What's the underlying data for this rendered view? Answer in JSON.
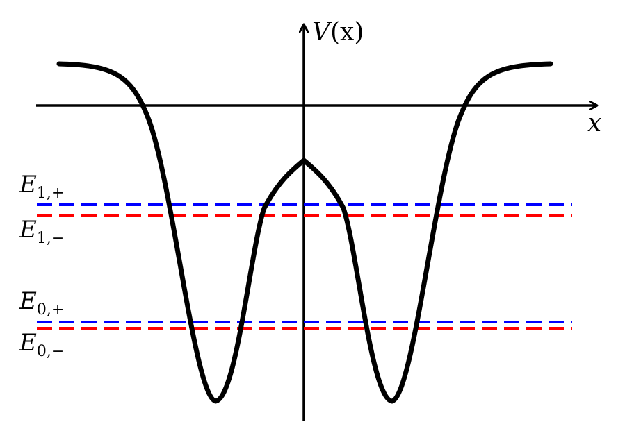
{
  "axes": {
    "y_label": {
      "base": "V",
      "arg": "(x)"
    },
    "x_label": "x"
  },
  "curve": {
    "name": "double-well potential",
    "color": "#000000"
  },
  "levels": [
    {
      "id": "E1plus",
      "symbol": "E",
      "sub": "1,+",
      "color": "#0000ff"
    },
    {
      "id": "E1minus",
      "symbol": "E",
      "sub": "1,−",
      "color": "#ff0000"
    },
    {
      "id": "E0plus",
      "symbol": "E",
      "sub": "0,+",
      "color": "#0000ff"
    },
    {
      "id": "E0minus",
      "symbol": "E",
      "sub": "0,−",
      "color": "#ff0000"
    }
  ]
}
